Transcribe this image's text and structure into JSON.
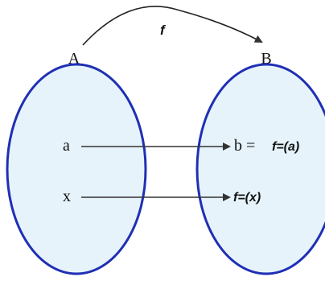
{
  "diagram": {
    "function_label": "f",
    "set_a_label": "A",
    "set_b_label": "B",
    "domain_elements": [
      "a",
      "x"
    ],
    "codomain_b_prefix": "b =",
    "codomain_b_expr": "f=(a)",
    "codomain_x_expr": "f=(x)"
  },
  "colors": {
    "ellipse_fill": "#e6f3fb",
    "ellipse_stroke": "#1f2fb4",
    "arrow": "#333333",
    "text": "#111111"
  }
}
